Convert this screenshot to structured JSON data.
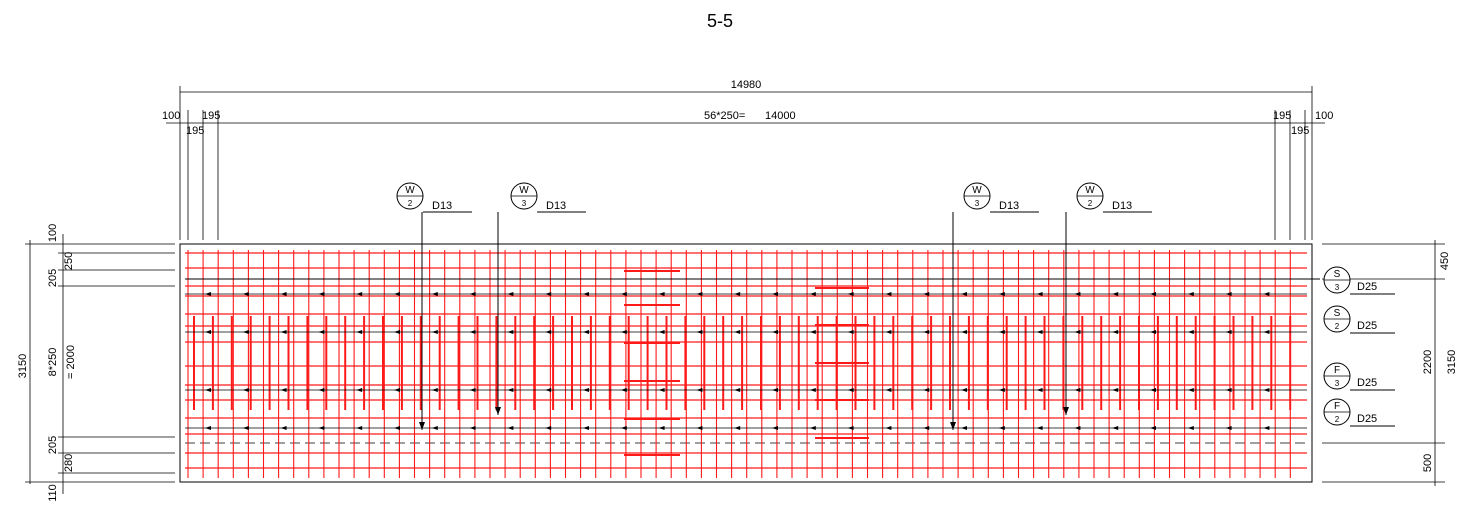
{
  "title": "5-5",
  "dims": {
    "overall": "14980",
    "span_label": "56*250=",
    "span_value": "14000",
    "left_edge": "100",
    "left_a": "195",
    "left_b": "195",
    "right_edge": "100",
    "right_a": "195",
    "right_b": "195",
    "left_total": "3150",
    "left_top": "100",
    "left_250": "250",
    "left_205_top": "205",
    "left_mid": "8*250",
    "left_mid_eq": "= 2000",
    "left_205_bot": "205",
    "left_280": "280",
    "left_110": "110",
    "right_450": "450",
    "right_2200": "2200",
    "right_total": "3150",
    "right_500": "500"
  },
  "top_tags": [
    {
      "letter": "W",
      "num": "2",
      "label": "D13"
    },
    {
      "letter": "W",
      "num": "3",
      "label": "D13"
    },
    {
      "letter": "W",
      "num": "3",
      "label": "D13"
    },
    {
      "letter": "W",
      "num": "2",
      "label": "D13"
    }
  ],
  "right_tags": [
    {
      "letter": "S",
      "num": "3",
      "label": "D25"
    },
    {
      "letter": "S",
      "num": "2",
      "label": "D25"
    },
    {
      "letter": "F",
      "num": "3",
      "label": "D25"
    },
    {
      "letter": "F",
      "num": "2",
      "label": "D25"
    }
  ],
  "colors": {
    "rebar": "#ff1a1a",
    "line": "#000000"
  }
}
